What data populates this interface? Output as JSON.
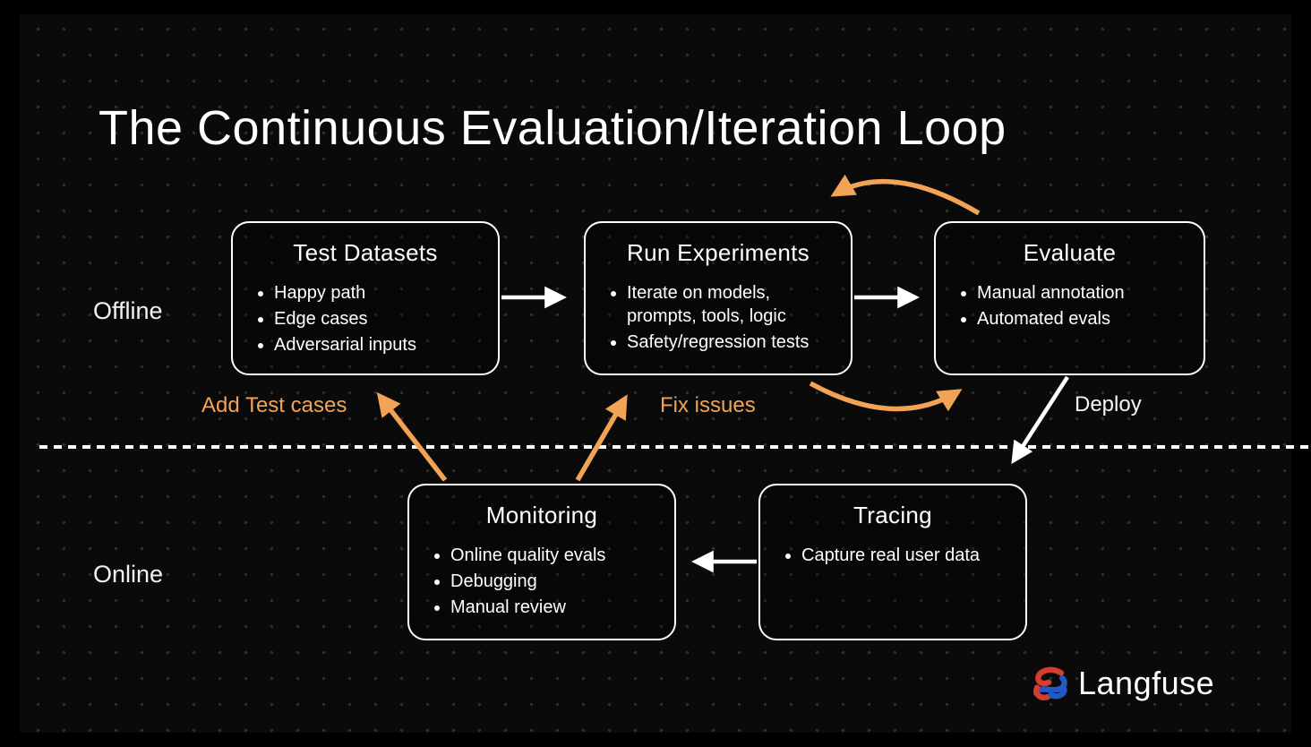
{
  "title": "The Continuous Evaluation/Iteration Loop",
  "sections": {
    "offline_label": "Offline",
    "online_label": "Online"
  },
  "boxes": [
    {
      "id": "test-datasets",
      "title": "Test Datasets",
      "bullets": [
        "Happy path",
        "Edge cases",
        "Adversarial inputs"
      ]
    },
    {
      "id": "run-experiments",
      "title": "Run Experiments",
      "bullets": [
        "Iterate on models, prompts, tools, logic",
        "Safety/regression tests"
      ]
    },
    {
      "id": "evaluate",
      "title": "Evaluate",
      "bullets": [
        "Manual annotation",
        "Automated evals"
      ]
    },
    {
      "id": "monitoring",
      "title": "Monitoring",
      "bullets": [
        "Online quality evals",
        "Debugging",
        "Manual review"
      ]
    },
    {
      "id": "tracing",
      "title": "Tracing",
      "bullets": [
        "Capture real user data"
      ]
    }
  ],
  "edge_labels": {
    "add_test_cases": "Add Test cases",
    "fix_issues": "Fix issues",
    "deploy": "Deploy"
  },
  "flows": [
    "Test Datasets -> Run Experiments",
    "Run Experiments -> Evaluate",
    "Evaluate -> Run Experiments (loop)",
    "Run Experiments -> Evaluate (loop)",
    "Evaluate -> Tracing (Deploy)",
    "Tracing -> Monitoring",
    "Monitoring -> Test Datasets (Add Test cases)",
    "Monitoring -> Run Experiments (Fix issues)"
  ],
  "colors": {
    "background": "#0a0a0a",
    "accent_orange": "#f2a356",
    "box_border": "#ffffff",
    "text": "#ffffff",
    "logo_red": "#d63c31",
    "logo_blue": "#2458c5"
  },
  "logo": {
    "text": "Langfuse"
  }
}
